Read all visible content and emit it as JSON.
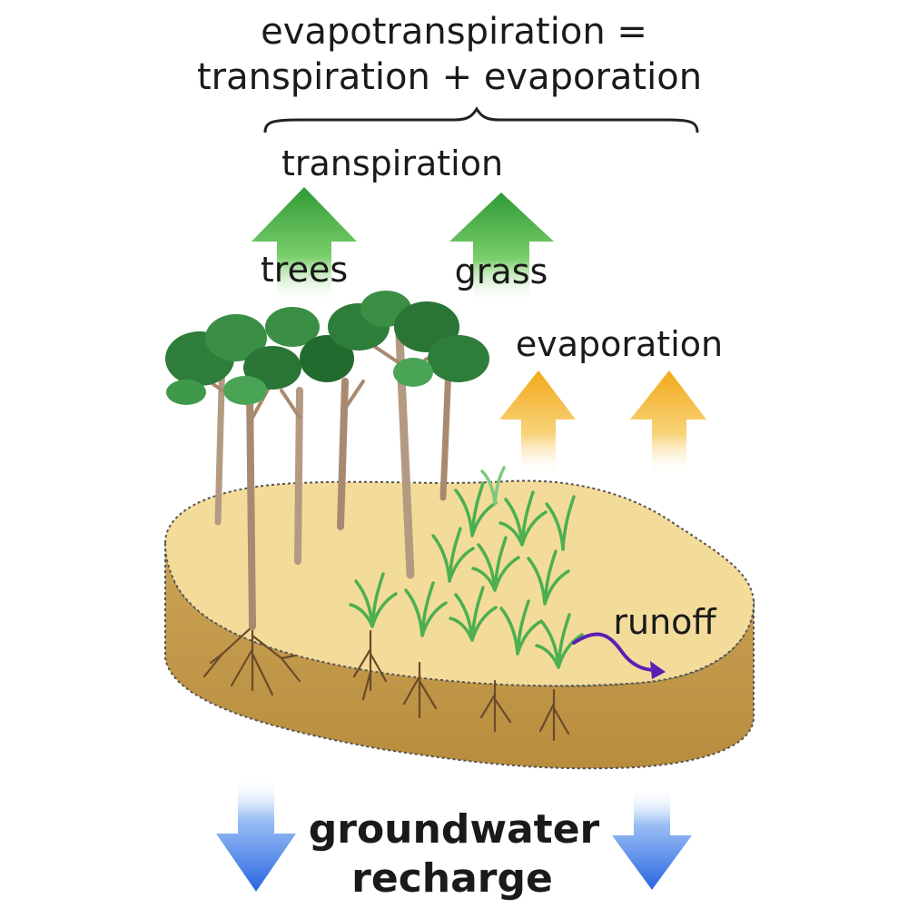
{
  "labels": {
    "equation_line1": "evapotranspiration =",
    "equation_line2": "transpiration + evaporation",
    "transpiration": "transpiration",
    "trees": "trees",
    "grass": "grass",
    "evaporation": "evaporation",
    "runoff": "runoff",
    "groundwater_line1": "groundwater",
    "groundwater_line2": "recharge"
  },
  "colors": {
    "transpiration_arrow": "#3aa53a",
    "evaporation_arrow": "#f5b325",
    "recharge_arrow": "#2f6fe6",
    "runoff_arrow": "#5a1fb3",
    "soil_top": "#f3dc9a",
    "soil_side": "#c9a24f",
    "tree_canopy": "#2e7d3a",
    "trunk": "#a88a70",
    "grass": "#4caf50",
    "roots": "#6b4a2b"
  },
  "icons": [
    "tree-icon",
    "grass-tuft-icon",
    "up-arrow-icon",
    "down-arrow-icon",
    "curved-arrow-icon",
    "brace-icon"
  ]
}
